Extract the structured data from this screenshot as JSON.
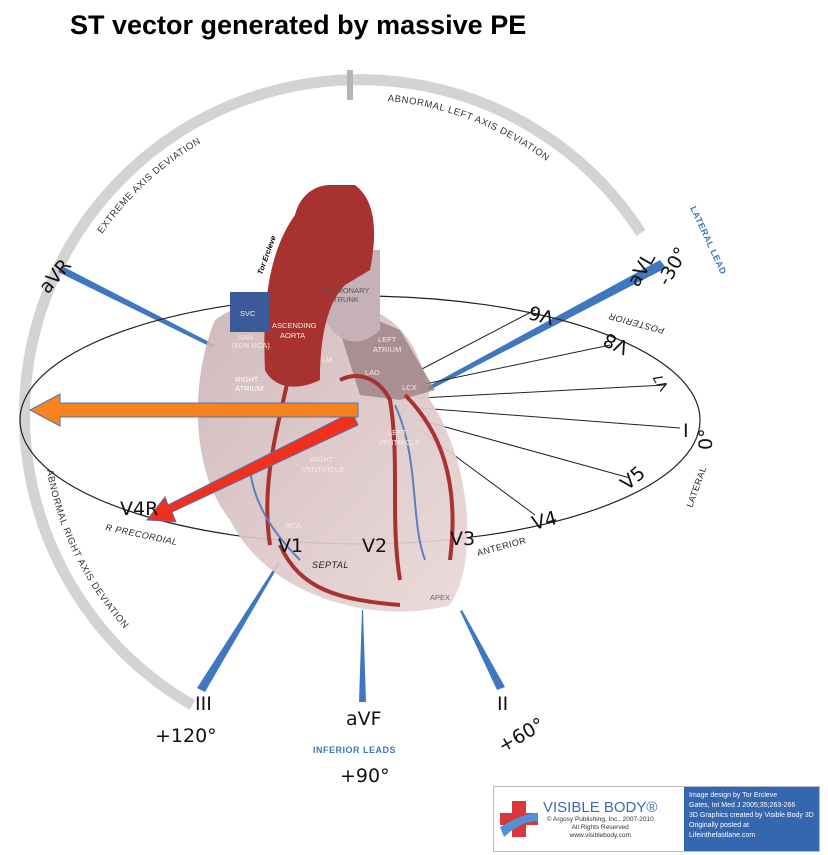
{
  "title": "ST vector generated by massive PE",
  "arc_labels": {
    "extreme": "EXTREME AXIS DEVIATION",
    "left": "ABNORMAL LEFT AXIS DEVIATION",
    "right": "ABNORMAL RIGHT AXIS DEVIATION"
  },
  "limb_leads": {
    "avr": "aVR",
    "avl": "aVL",
    "avl_angle": "-30°",
    "lateral_lead": "LATERAL LEAD",
    "i": "I",
    "i_angle": "0°",
    "ii": "II",
    "ii_angle": "+60°",
    "avf": "aVF",
    "avf_angle": "+90°",
    "inferior_leads": "INFERIOR LEADS",
    "iii": "III",
    "iii_angle": "+120°"
  },
  "precordial": {
    "v1": "V1",
    "v2": "V2",
    "v3": "V3",
    "v4": "V4",
    "v5": "V5",
    "v6": "V6",
    "v7": "V7",
    "v8": "V8",
    "v4r": "V4R",
    "r_precordial": "R PRECORDIAL",
    "septal": "SEPTAL",
    "anterior": "ANTERIOR",
    "lateral": "LATERAL",
    "posterior": "POSTERIOR"
  },
  "heart_labels": {
    "svc": "SVC",
    "san": "SAN",
    "san2": "(60% RCA)",
    "asc1": "ASCENDING",
    "asc2": "AORTA",
    "pt1": "PULMONARY",
    "pt2": "TRUNK",
    "la1": "LEFT",
    "la2": "ATRIUM",
    "ra1": "RIGHT",
    "ra2": "ATRIUM",
    "lv1": "LEFT",
    "lv2": "VENTRICLE",
    "rv1": "RIGHT",
    "rv2": "VENTRICLE",
    "rca": "RCA",
    "lm": "LM",
    "lad": "LAD",
    "lcx": "LCX",
    "apex": "APEX",
    "author": "Tor Ercleve"
  },
  "colors": {
    "orange_arrow": "#f7821e",
    "red_arrow": "#f0301c",
    "lead_blue": "#3f78c0",
    "arc_gray": "#d3d3d3"
  },
  "logo": {
    "brand": "VISIBLE BODY®",
    "c1": "© Argosy Publishing, Inc., 2007-2010",
    "c2": "All Rights Reserved",
    "c3": "www.visiblebody.com",
    "r1": "Image design by Tor Ercleve",
    "r2": "Gates, Int Med J 2005;35;263-266",
    "r3": "3D Graphics created by Visible Body 3D",
    "r4": "Originally posted at Lifeinthefastlane.com"
  }
}
